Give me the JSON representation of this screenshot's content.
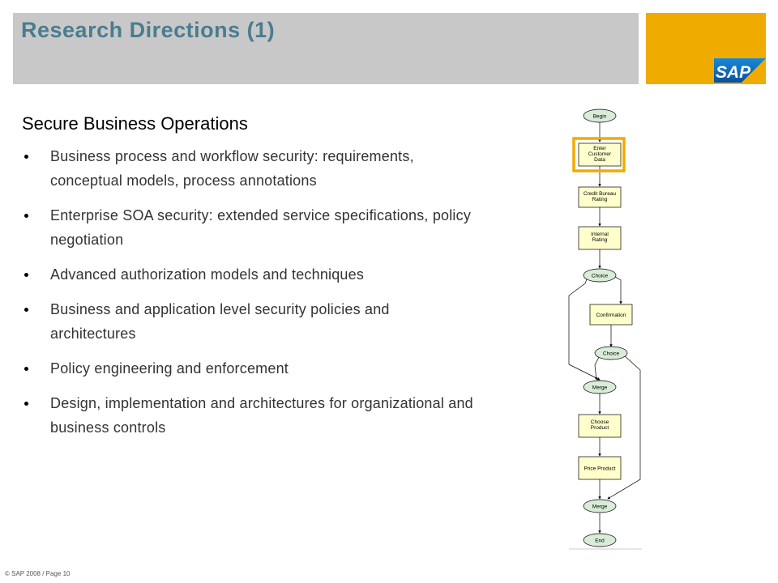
{
  "header": {
    "title": "Research Directions (1)"
  },
  "logo": {
    "text": "SAP"
  },
  "content": {
    "subtitle": "Secure Business Operations",
    "bullets": [
      "Business process and workflow security: requirements, conceptual models, process annotations",
      "Enterprise SOA security: extended service specifications, policy negotiation",
      "Advanced authorization models and techniques",
      "Business and application level security policies and architectures",
      "Policy engineering and enforcement",
      "Design, implementation and architectures for organizational and business controls"
    ]
  },
  "flowchart": {
    "begin": "Begin",
    "enter_customer_data": [
      "Enter",
      "Customer",
      "Data"
    ],
    "credit_bureau_rating": [
      "Credit Bureau",
      "Rating"
    ],
    "internal_rating": [
      "Internal",
      "Rating"
    ],
    "choice1": "Choice",
    "confirmation": "Confirmation",
    "choice2": "Choice",
    "merge1": "Merge",
    "choose_product": [
      "Choose",
      "Product"
    ],
    "price_product": "Price Product",
    "merge2": "Merge",
    "end": "End"
  },
  "colors": {
    "title": "#4a7c8f",
    "accent": "#f0ab00",
    "header_bg": "#c8c8c8",
    "task_fill": "#ffffcc",
    "event_fill": "#d8ecd8"
  },
  "footer": {
    "text": "© SAP 2008 / Page 10"
  }
}
